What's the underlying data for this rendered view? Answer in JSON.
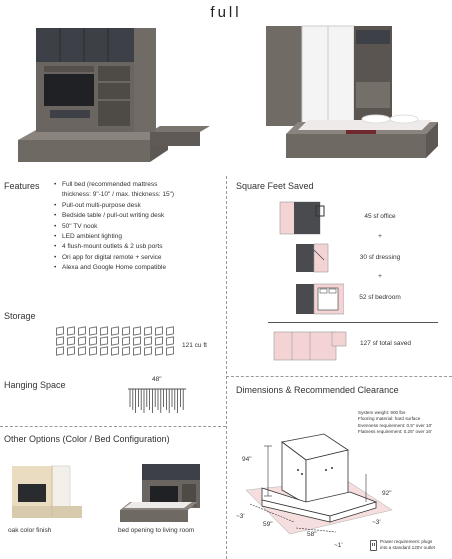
{
  "title": "full",
  "features": {
    "heading": "Features",
    "items": [
      "Full bed (recommended mattress",
      "Pull-out multi-purpose desk",
      "Bedside table / pull-out writing desk",
      "50\" TV nook",
      "LED ambient lighting",
      "4 flush-mount outlets & 2 usb ports",
      "Ori app for digital remote + service",
      "Alexa and Google Home compatible"
    ],
    "item1_cont": "thickness: 9\"-10\" / max. thickness: 15\")"
  },
  "storage": {
    "heading": "Storage",
    "value": "121 cu ft"
  },
  "hanging": {
    "heading": "Hanging Space",
    "value": "48\""
  },
  "options": {
    "heading": "Other Options (Color / Bed Configuration)",
    "left_caption": "oak color finish",
    "right_caption": "bed opening to living room"
  },
  "square_feet": {
    "heading": "Square Feet Saved",
    "office": "45 sf office",
    "plus1": "+",
    "dressing": "30 sf dressing",
    "plus2": "+",
    "bedroom": "52 sf bedroom",
    "total": "127 sf total saved"
  },
  "dimensions": {
    "heading": "Dimensions & Recommended Clearance",
    "specs": [
      "System weight: 900 lbs",
      "Flooring material: hard surface",
      "Evenness requirement: 0.5\" over 10'",
      "Flatness requirement: 0.25\" over 16'"
    ],
    "height": "94\"",
    "depth": "92\"",
    "width_left": "59\"",
    "width_right": "58\"",
    "clear_left": "~3'",
    "clear_right": "~3'",
    "clear_front": "~1'",
    "power_note_1": "Power requirement: plugs",
    "power_note_2": "into a standard 120V outlet"
  },
  "colors": {
    "cabinet_dark": "#3d4046",
    "frame_gray": "#706a66",
    "door_white": "#f4f4f4",
    "pink": "#f3d3d3",
    "oak": "#e9dcc0"
  }
}
